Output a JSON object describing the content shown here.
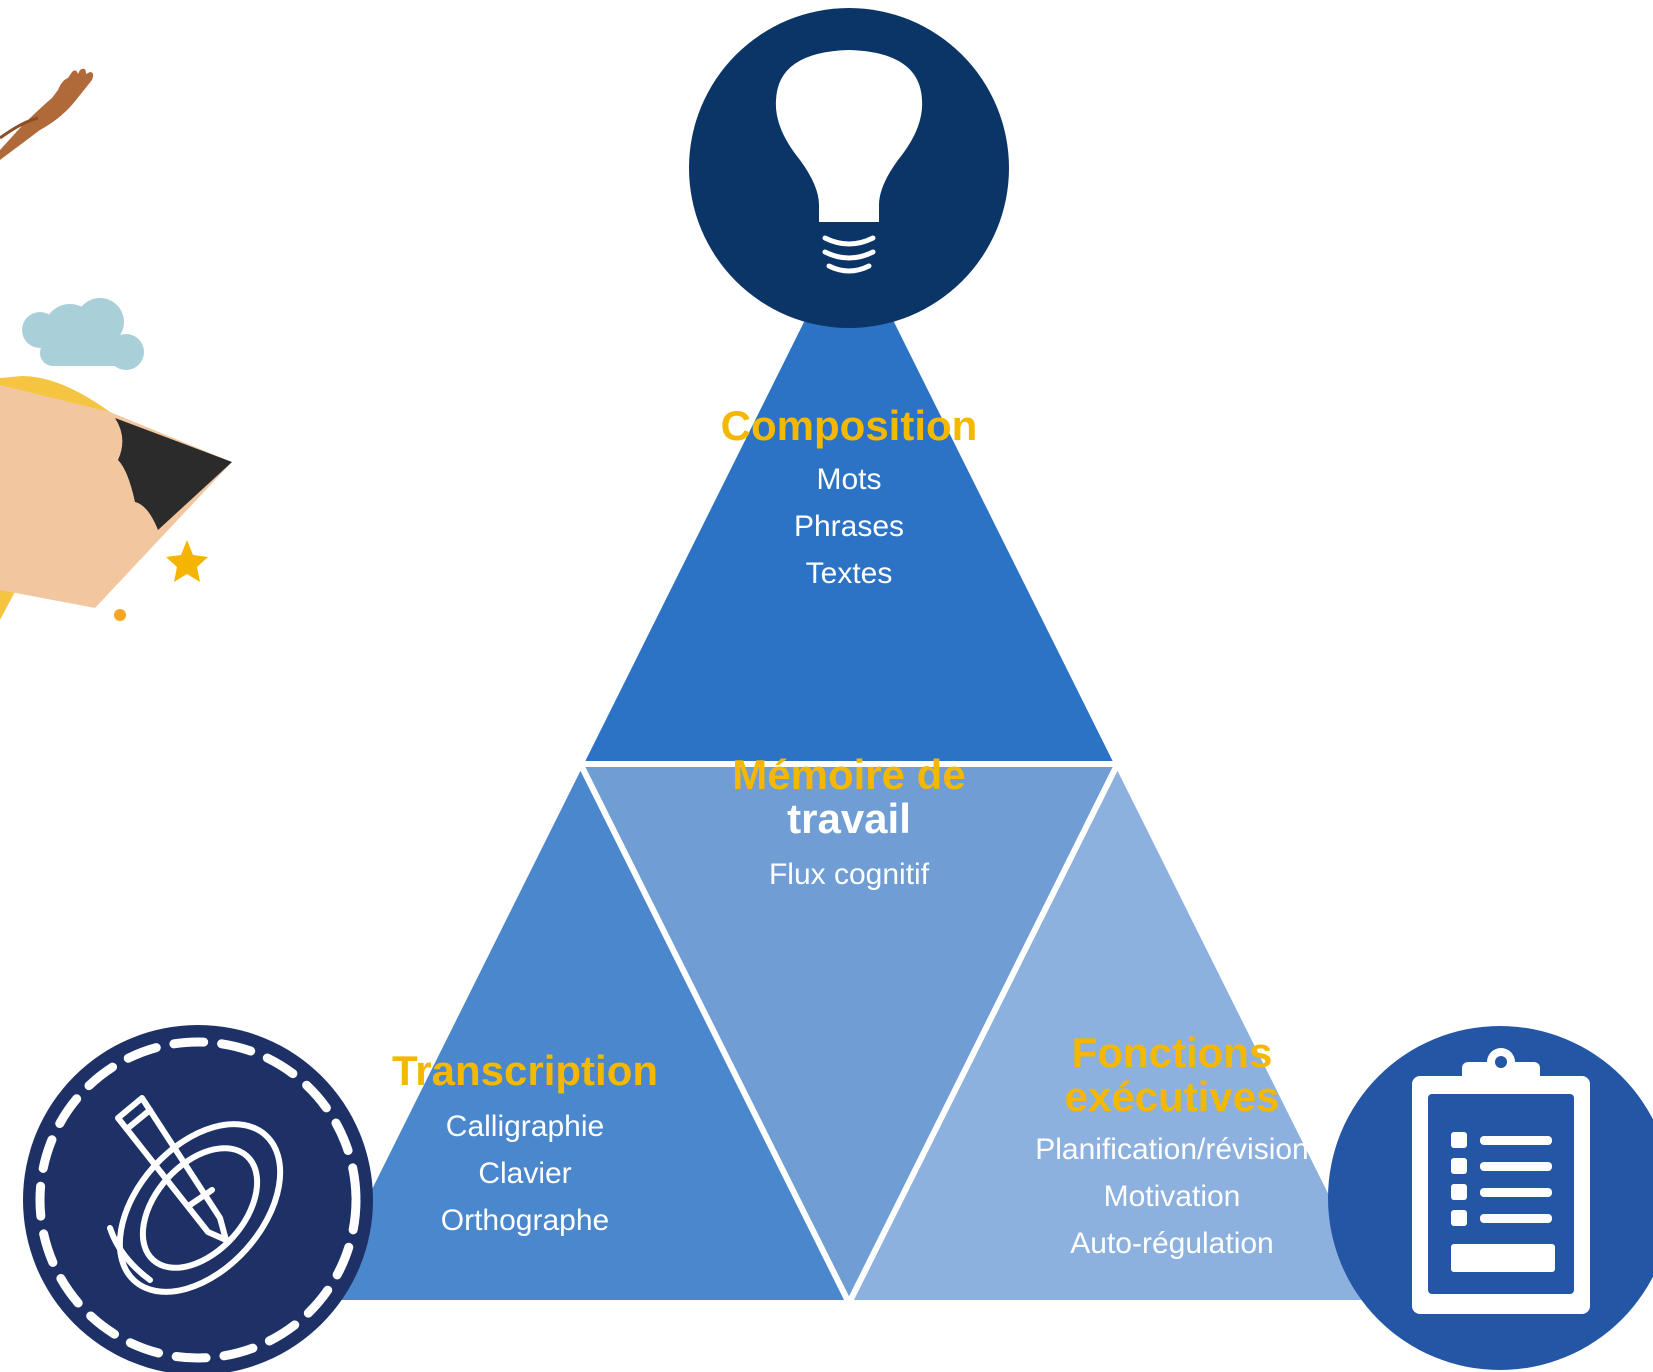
{
  "sections": {
    "composition": {
      "title": "Composition",
      "items": [
        "Mots",
        "Phrases",
        "Textes"
      ]
    },
    "memoire": {
      "title_line1": "Mémoire de",
      "title_line2": "travail",
      "items": [
        "Flux cognitif"
      ]
    },
    "transcription": {
      "title": "Transcription",
      "items": [
        "Calligraphie",
        "Clavier",
        "Orthographe"
      ]
    },
    "fonctions": {
      "title_line1": "Fonctions",
      "title_line2": "exécutives",
      "items": [
        "Planification/révision",
        "Motivation",
        "Auto-régulation"
      ]
    }
  },
  "colors": {
    "top_triangle": "#2c73c6",
    "center_triangle": "#6f9dd4",
    "left_triangle": "#4a87cc",
    "right_triangle": "#8db1de",
    "title_accent": "#f5b800",
    "lightbulb_circle": "#0b3566",
    "pencil_circle": "#1d3167",
    "clipboard_circle": "#2456a6"
  },
  "icons": [
    "lightbulb-icon",
    "pencil-icon",
    "clipboard-icon",
    "pencil-illustration",
    "cloud-icon",
    "star-icon",
    "hand-illustration"
  ]
}
